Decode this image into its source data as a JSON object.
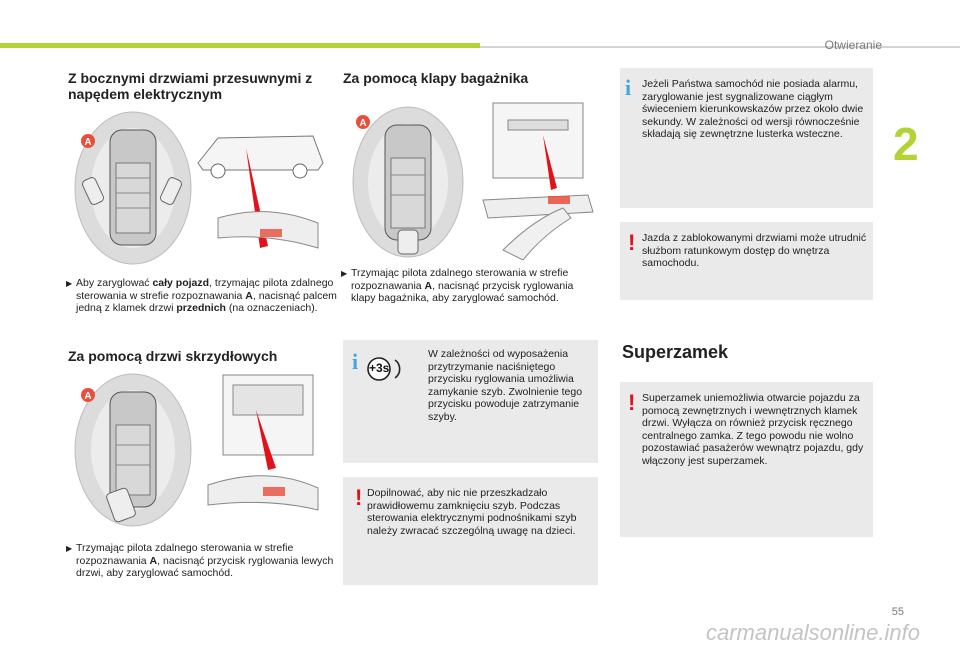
{
  "header": {
    "section_title": "Otwieranie",
    "chapter_number": "2"
  },
  "footer": {
    "page_number": "55",
    "watermark": "carmanualsonline.info"
  },
  "col1": {
    "heading_sliding": "Z bocznymi drzwiami przesuwnymi z napędem elektrycznym",
    "marker_a": "A",
    "bullet1": {
      "t1": "Aby  zaryglować ",
      "b1": "cały pojazd",
      "t2": ", trzymając pilota zdalnego sterowania w strefie rozpoznawania ",
      "b2": "A",
      "t3": ", nacisnąć palcem jedną z klamek drzwi ",
      "b3": "przednich",
      "t4": " (na oznaczeniach)."
    },
    "heading_wing": "Za pomocą drzwi skrzydłowych",
    "marker_a2": "A",
    "bullet2": {
      "t1": "Trzymając pilota zdalnego sterowania w strefie rozpoznawania ",
      "b1": "A",
      "t2": ", nacisnąć przycisk ryglowania lewych drzwi, aby zaryglować samochód."
    }
  },
  "col2": {
    "heading_tailgate": "Za pomocą klapy bagażnika",
    "marker_a": "A",
    "bullet1": {
      "t1": "Trzymając pilota zdalnego sterowania w strefie rozpoznawania ",
      "b1": "A",
      "t2": ", nacisnąć przycisk ryglowania klapy bagażnika, aby zaryglować samochód."
    },
    "note_info": "W zależności od wyposażenia przytrzymanie naciśniętego przycisku ryglowania umożliwia zamykanie szyb. Zwolnienie tego przycisku powoduje zatrzymanie szyby.",
    "hold_icon_label": "+3s",
    "note_warning": "Dopilnować, aby nic nie przeszkadzało prawidłowemu zamknięciu szyb. Podczas sterowania elektrycznymi podnośnikami szyb należy zwracać szczególną uwagę na dzieci."
  },
  "col3": {
    "note_info": "Jeżeli Państwa samochód nie posiada alarmu, zaryglowanie jest sygnalizowane ciągłym świeceniem kierunkowskazów przez około dwie sekundy. W zależności od wersji równocześnie składają się zewnętrzne lusterka wsteczne.",
    "note_warning": "Jazda z zablokowanymi drzwiami może utrudnić służbom ratunkowym dostęp do wnętrza samochodu.",
    "heading_superlock": "Superzamek",
    "note_superlock": "Superzamek uniemożliwia otwarcie pojazdu za pomocą zewnętrznych i wewnętrznych klamek drzwi. Wyłącza on również przycisk ręcznego centralnego zamka. Z tego powodu nie wolno pozostawiać pasażerów wewnątrz pojazdu, gdy włączony jest superzamek."
  },
  "icons": {
    "info": "info-icon",
    "warning": "warning-icon",
    "bullet": "bullet-arrow-icon",
    "hold": "hold-3s-icon"
  },
  "colors": {
    "accent_green": "#b3d334",
    "info_blue": "#3fa8e0",
    "warning_red": "#e2111a",
    "marker_red": "#e94e3c",
    "note_bg": "#eaeaea"
  }
}
